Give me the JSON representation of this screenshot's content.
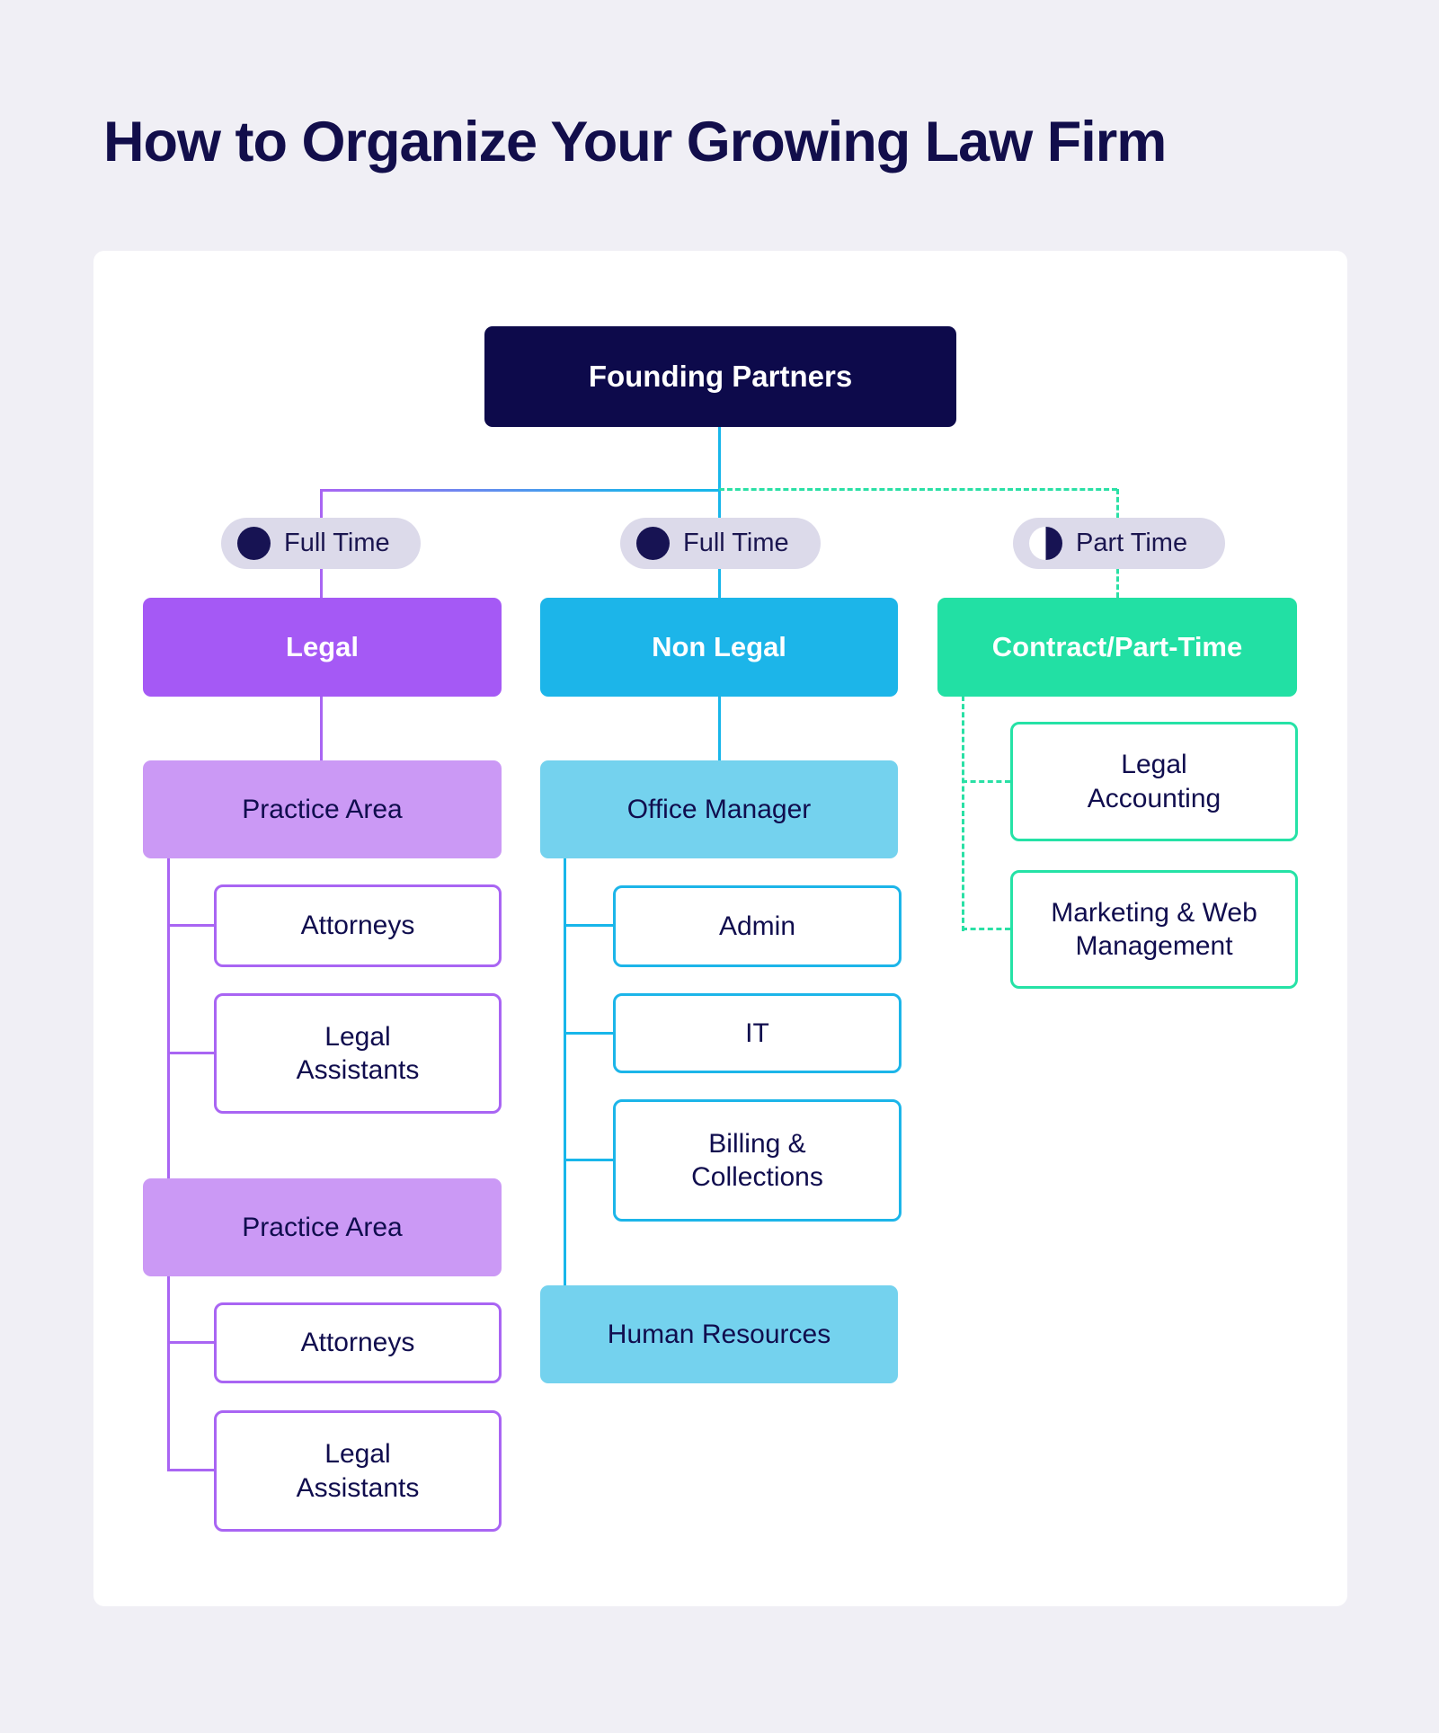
{
  "page": {
    "title": "How to Organize Your Growing Law Firm"
  },
  "colors": {
    "background": "#f0eff5",
    "card": "#ffffff",
    "navy": "#0d0a4b",
    "purple": "#a559f5",
    "purple_light": "#cb99f5",
    "cyan": "#1cb5e9",
    "blue_light": "#74d2ee",
    "green": "#22e0a4",
    "badge_bg": "#dcdaea"
  },
  "chart": {
    "root": "Founding Partners",
    "badges": [
      {
        "label": "Full Time",
        "icon": "full-circle"
      },
      {
        "label": "Full Time",
        "icon": "full-circle"
      },
      {
        "label": "Part Time",
        "icon": "half-circle"
      }
    ],
    "columns": {
      "legal": {
        "header": "Legal",
        "items": {
          "pa1": "Practice Area",
          "att1": "Attorneys",
          "la1": "Legal\nAssistants",
          "pa2": "Practice Area",
          "att2": "Attorneys",
          "la2": "Legal\nAssistants"
        }
      },
      "nonlegal": {
        "header": "Non Legal",
        "items": {
          "om": "Office Manager",
          "admin": "Admin",
          "it": "IT",
          "billing": "Billing &\nCollections",
          "hr": "Human Resources"
        }
      },
      "contract": {
        "header": "Contract/Part-Time",
        "items": {
          "acct": "Legal\nAccounting",
          "mkt": "Marketing & Web\nManagement"
        }
      }
    }
  }
}
